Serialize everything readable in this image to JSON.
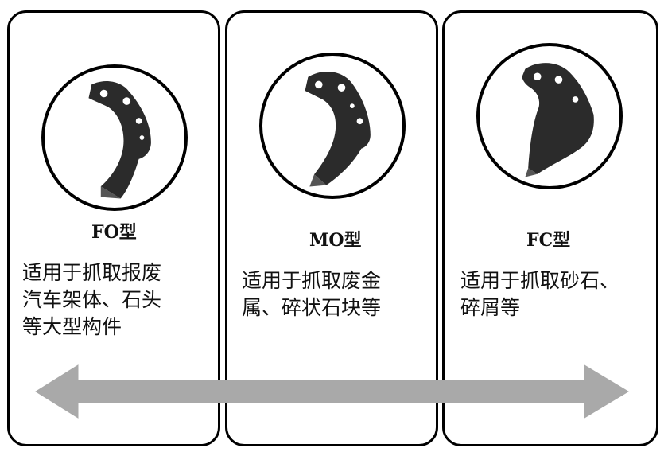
{
  "colors": {
    "arrow": "#a9a9a9",
    "border": "#000000",
    "tool": "#2b2b2b"
  },
  "cards": [
    {
      "id": "fo",
      "model": "FO型",
      "description": "适用于抓取报废\n汽车架体、石头\n等大型构件",
      "icon": "fo-ripper-tooth-icon"
    },
    {
      "id": "mo",
      "model": "MO型",
      "description": "适用于抓取废金\n属、碎状石块等",
      "icon": "mo-ripper-tooth-icon"
    },
    {
      "id": "fc",
      "model": "FC型",
      "description": "适用于抓取砂石、\n碎屑等",
      "icon": "fc-ripper-tooth-icon"
    }
  ],
  "arrow": {
    "type": "double-headed",
    "icon": "double-arrow-icon"
  }
}
